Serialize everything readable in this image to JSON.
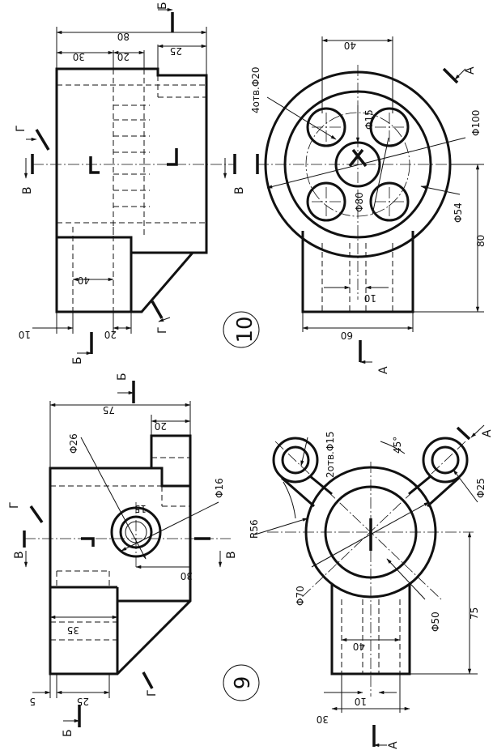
{
  "drawing": {
    "colors": {
      "ink": "#111111",
      "paper": "#ffffff"
    },
    "part10": {
      "number": "10",
      "front_view": {
        "dims_top": [
          "80",
          "30",
          "20",
          "25"
        ],
        "dims_side": [
          "10",
          "20",
          "40"
        ],
        "sections": {
          "b": "Б",
          "g": "Г",
          "v": "В"
        }
      },
      "plan_view": {
        "holes_note": "4отв.Φ20",
        "d15": "Φ15",
        "d100": "Φ100",
        "d80": "Φ80",
        "d54": "Φ54",
        "dim40": "40",
        "dim80": "80",
        "dim10": "10",
        "dim60": "60",
        "sections": {
          "a": "А",
          "v": "В"
        }
      }
    },
    "part9": {
      "number": "9",
      "front_view": {
        "dims_top": [
          "75",
          "20"
        ],
        "d26": "Φ26",
        "d16": "Φ16",
        "dim15": "15",
        "dim30": "30",
        "dim35": "35",
        "dims_side": [
          "5",
          "25"
        ],
        "sections": {
          "b": "Б",
          "g": "Г",
          "v": "В"
        }
      },
      "plan_view": {
        "holes_note": "2отв.Φ15",
        "angle": "45°",
        "r56": "R56",
        "d25": "Φ25",
        "d70": "Φ70",
        "d50": "Φ50",
        "dim40": "40",
        "dim10": "10",
        "dim30": "30",
        "dim75": "75",
        "sections": {
          "a": "А"
        }
      }
    }
  }
}
